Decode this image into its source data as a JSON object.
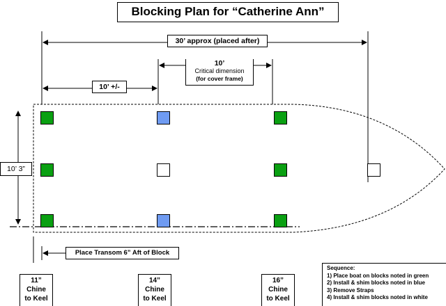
{
  "title": "Blocking Plan for “Catherine Ann”",
  "dimensions": {
    "overall": "30’ approx (placed after)",
    "critical_value": "10’",
    "critical_line1": "Critical dimension",
    "critical_line2": "(for cover frame)",
    "first_spacing": "10’ +/-",
    "beam": "10’ 3”",
    "transom_note": "Place Transom 6” Aft of Block"
  },
  "chines": [
    {
      "value": "11”",
      "line1": "Chine",
      "line2": "to Keel"
    },
    {
      "value": "14”",
      "line1": "Chine",
      "line2": "to Keel"
    },
    {
      "value": "16”",
      "line1": "Chine",
      "line2": "to Keel"
    }
  ],
  "sequence": {
    "heading": "Sequence:",
    "steps": [
      "1) Place boat on blocks noted in green",
      "2) Install & shim blocks noted in blue",
      "3) Remove Straps",
      "4) Install & shim blocks noted in white"
    ]
  },
  "colors": {
    "green_block": "#0aa012",
    "blue_block": "#6f9bf2",
    "white_block": "#ffffff"
  }
}
